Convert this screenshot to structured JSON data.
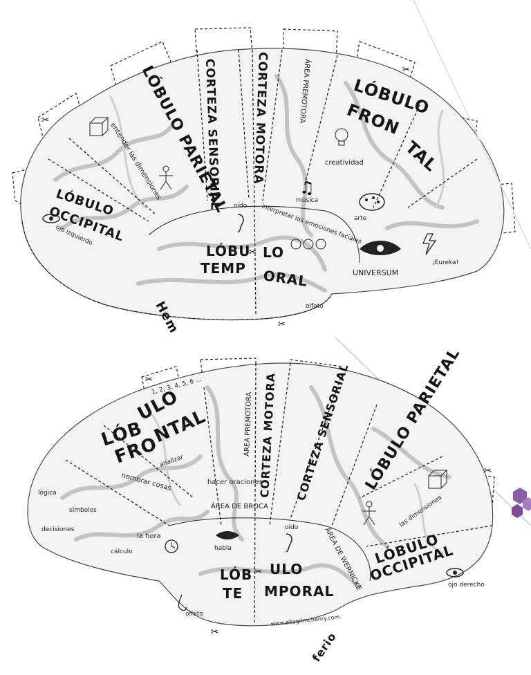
{
  "top_half": {
    "lobes": {
      "parietal": "LÓBULO PARIETAL",
      "frontal_a": "LÓBULO",
      "frontal_b": "FRON",
      "frontal_c": "TAL",
      "occipital_a": "LÓBULO",
      "occipital_b": "OCCIPITAL",
      "temporal_a": "LÓBU",
      "temporal_b": "LO",
      "temporal_c": "TEMP",
      "temporal_d": "ORAL"
    },
    "strips": {
      "sensorial": "CORTEZA SENSORIAL",
      "motora": "CORTEZA MOTORA",
      "premotora": "ÁREA PREMOTORA"
    },
    "annotations": {
      "dimensiones": "entender las dimensiones",
      "ojo": "ojo izquierdo",
      "oido": "oído",
      "emociones": "interpretar las emociones faciales",
      "creatividad": "creatividad",
      "musica": "música",
      "arte": "arte",
      "universum": "UNIVERSUM",
      "eureka": "¡Eureka!",
      "olfato": "olfato"
    },
    "side_text": "Hem"
  },
  "bottom_half": {
    "lobes": {
      "frontal_a": "LÓB",
      "frontal_b": "ULO",
      "frontal_c": "FRO",
      "frontal_d": "NTAL",
      "parietal": "LÓBULO PARIETAL",
      "occipital_a": "LÓBULO",
      "occipital_b": "OCCIPITAL",
      "temporal_a": "LÓB",
      "temporal_b": "ULO",
      "temporal_c": "TE",
      "temporal_d": "MPORAL"
    },
    "strips": {
      "motora": "CORTEZA MOTORA",
      "sensorial": "CORTEZA SENSORIAL",
      "premotora": "ÁREA PREMOTORA",
      "wernicke": "ÁREA DE WERNICKE",
      "broca": "ÁREA DE BROCA"
    },
    "annotations": {
      "numeros": "1, 2, 3, 4, 5, 6 ...",
      "nombrar": "nombrar cosas",
      "analizar": "analizar",
      "oraciones": "hacer oraciones",
      "lógica": "lógica",
      "símbolos": "símbolos",
      "decisiones": "decisiones",
      "hora": "la hora",
      "cálculo": "cálculo",
      "habla": "habla",
      "oído": "oído",
      "dimensiones": "las dimensiones",
      "ojo": "ojo derecho",
      "olfato": "olfato",
      "web": "www.ellagrimchenry.com"
    },
    "side_text": "ferio"
  },
  "colors": {
    "ink": "#151515",
    "paper": "#ffffff",
    "brain_fill": "#f3f3f3",
    "hex_accent": "#8b5ca8"
  },
  "icons": [
    "scissors-icon",
    "eye-icon",
    "ear-icon",
    "cube-icon",
    "lightbulb-icon",
    "music-note-icon",
    "palette-icon",
    "stick-figure-icon",
    "clock-icon",
    "mouth-icon",
    "nose-icon",
    "lightning-icon",
    "hexagon-logo-icon"
  ]
}
